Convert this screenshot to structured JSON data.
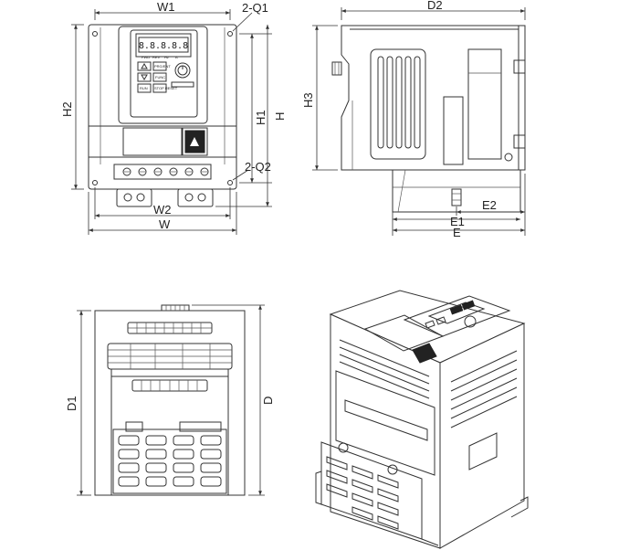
{
  "labels": {
    "w1": "W1",
    "q1": "2-Q1",
    "h2": "H2",
    "h1": "H1",
    "h": "H",
    "q2": "2-Q2",
    "w2": "W2",
    "w": "W",
    "d2": "D2",
    "h3": "H3",
    "e2": "E2",
    "e1": "E1",
    "e": "E",
    "d1": "D1",
    "d": "D"
  },
  "keypad": {
    "display": "8.8.8.8.8",
    "run": "RUN",
    "stop": "STOP RESET",
    "prg": "PRG/ENT",
    "func": "FUNC",
    "ind_fwd": "FWD",
    "ind_rev": "REV",
    "ind_hz": "Hz",
    "ind_a": "A"
  }
}
